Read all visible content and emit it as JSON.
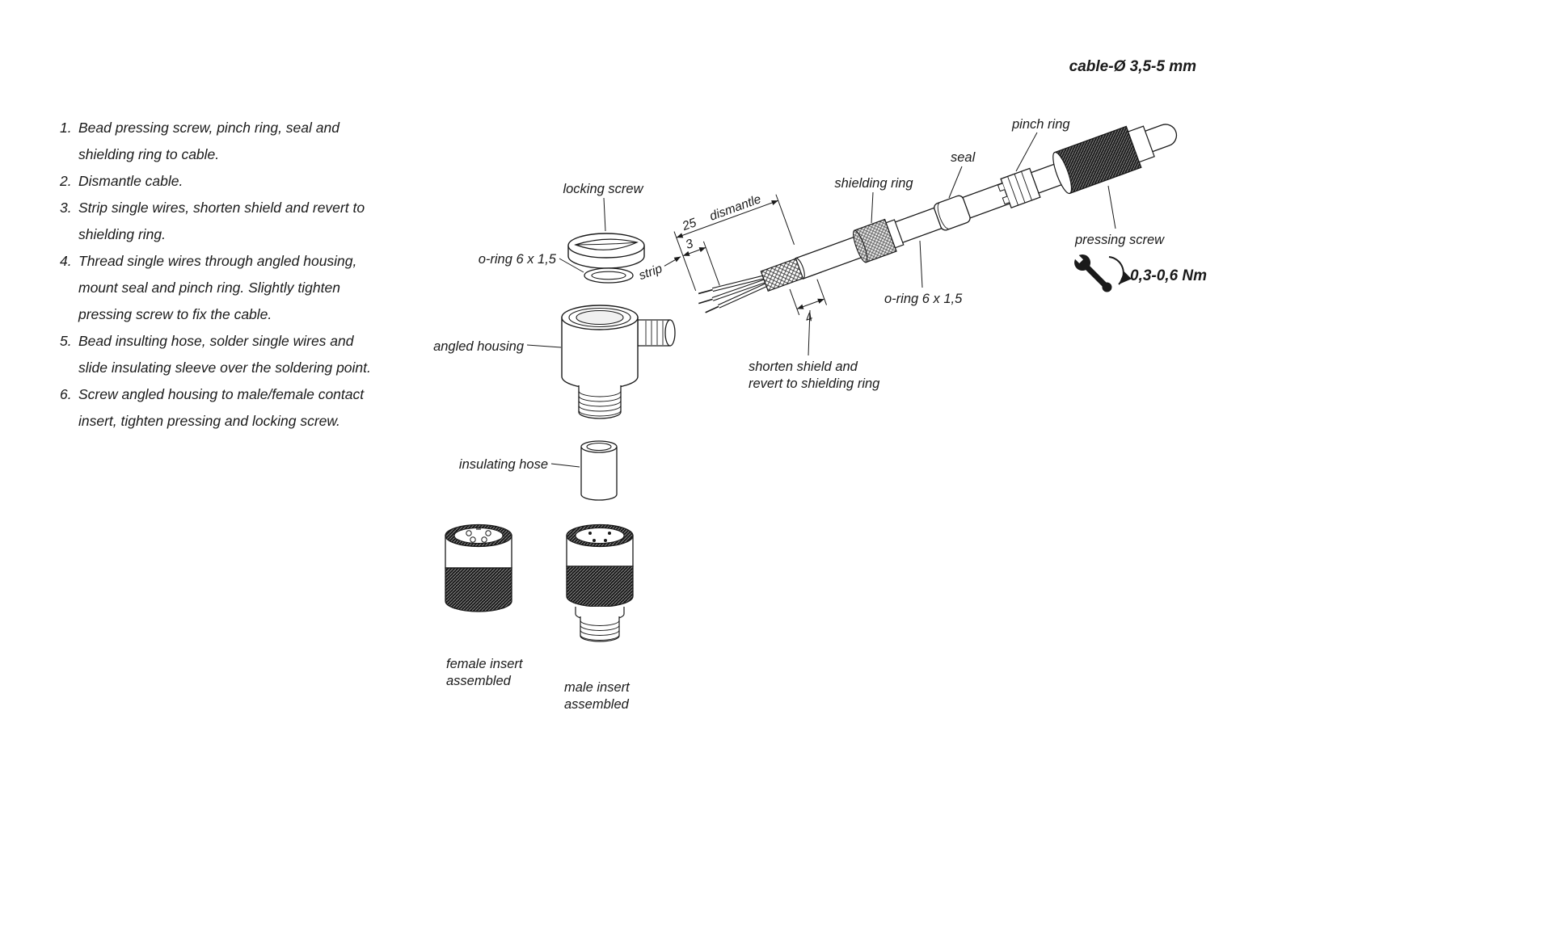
{
  "header": {
    "title": "cable-Ø 3,5-5 mm"
  },
  "instructions": [
    {
      "num": "1.",
      "text": "Bead pressing screw, pinch ring, seal and shielding ring to cable."
    },
    {
      "num": "2.",
      "text": "Dismantle cable."
    },
    {
      "num": "3.",
      "text": "Strip single wires, shorten shield and revert to shielding ring."
    },
    {
      "num": "4.",
      "text": "Thread single wires through angled housing, mount seal and pinch ring. Slightly tighten pressing screw to fix the cable."
    },
    {
      "num": "5.",
      "text": "Bead insulting hose, solder single wires and slide insulating sleeve over the soldering point."
    },
    {
      "num": "6.",
      "text": "Screw angled housing to male/female contact insert, tighten pressing and locking screw."
    }
  ],
  "diagram": {
    "labels": {
      "locking_screw": "locking screw",
      "o_ring_left": "o-ring 6 x 1,5",
      "angled_housing": "angled housing",
      "insulating_hose": "insulating hose",
      "female_insert": "female insert\nassembled",
      "male_insert": "male insert\nassembled",
      "shielding_ring": "shielding ring",
      "seal": "seal",
      "pinch_ring": "pinch ring",
      "o_ring_right": "o-ring 6 x 1,5",
      "shorten_shield": "shorten shield and\nrevert to shielding ring",
      "pressing_screw": "pressing screw"
    },
    "dimensions": {
      "dismantle_value": "25",
      "dismantle_label": "dismantle",
      "strip_value": "3",
      "strip_label": "strip",
      "shield_value": "4"
    },
    "torque": "0,3-0,6 Nm"
  }
}
